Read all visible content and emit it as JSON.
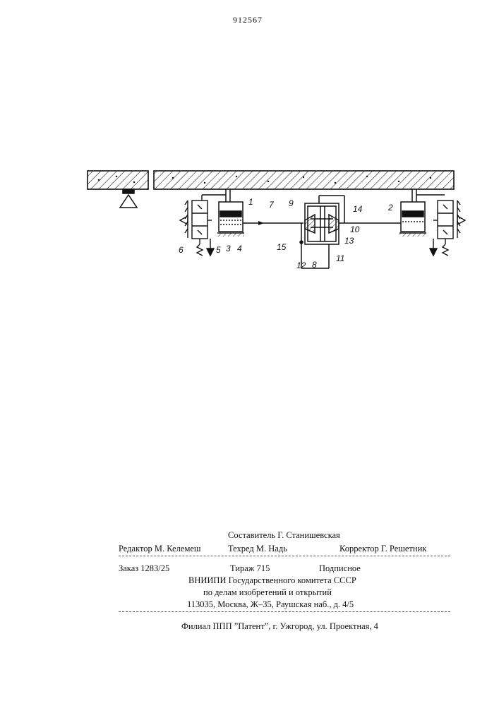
{
  "header": {
    "patent_number": "912567"
  },
  "figure": {
    "labels": {
      "l1": "1",
      "l2": "2",
      "l3": "3",
      "l4": "4",
      "l5": "5",
      "l6": "6",
      "l7": "7",
      "l8": "8",
      "l9": "9",
      "l10": "10",
      "l11": "11",
      "l12": "12",
      "l13": "13",
      "l14": "14",
      "l15": "15"
    }
  },
  "footer": {
    "compiler": "Составитель Г. Станишевская",
    "editor": "Редактор М. Келемеш",
    "techred": "Техред М. Надь",
    "corrector": "Корректор Г. Решетник",
    "order": "Заказ 1283/25",
    "circulation": "Тираж 715",
    "subscription": "Подписное",
    "org_line1": "ВНИИПИ Государственного комитета СССР",
    "org_line2": "по делам изобретений и открытий",
    "address": "113035, Москва, Ж–35, Раушская наб., д. 4/5",
    "branch": "Филиал ППП ”Патент”, г. Ужгород, ул. Проектная, 4"
  }
}
